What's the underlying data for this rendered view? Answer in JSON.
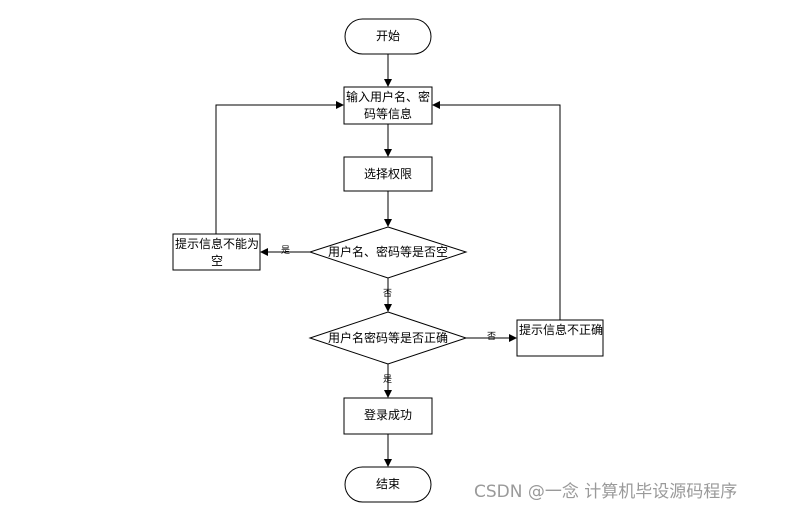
{
  "nodes": {
    "start": "开始",
    "input": "输入用户名、密码等信息",
    "select_permission": "选择权限",
    "check_empty": "用户名、密码等是否空",
    "hint_empty": "提示信息不能为空",
    "check_correct": "用户名密码等是否正确",
    "hint_incorrect": "提示信息不正确",
    "login_success": "登录成功",
    "end": "结束"
  },
  "edges": {
    "empty_yes": "是",
    "empty_no": "否",
    "correct_no": "否",
    "correct_yes": "是"
  },
  "watermark": "CSDN @一念 计算机毕设源码程序"
}
